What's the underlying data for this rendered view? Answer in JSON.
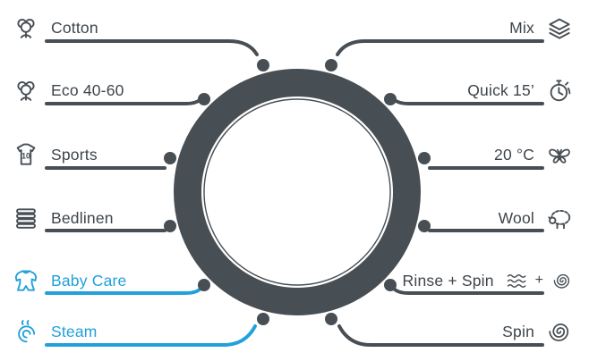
{
  "colors": {
    "dial": "#474e54",
    "line": "#474e54",
    "text": "#3e454b",
    "accent_blue": "#21a0da",
    "background": "#ffffff"
  },
  "dial": {
    "positions_count": 12
  },
  "left_programs": [
    {
      "label": "Cotton",
      "icon": "cotton-flower-icon",
      "highlighted": false
    },
    {
      "label": "Eco 40-60",
      "icon": "cotton-flower-icon",
      "highlighted": false
    },
    {
      "label": "Sports",
      "icon": "sports-jersey-icon",
      "badge": "10",
      "highlighted": false
    },
    {
      "label": "Bedlinen",
      "icon": "bedlinen-stack-icon",
      "highlighted": false
    },
    {
      "label": "Baby Care",
      "icon": "baby-onesie-icon",
      "highlighted": true
    },
    {
      "label": "Steam",
      "icon": "steam-swirl-icon",
      "highlighted": true
    }
  ],
  "right_programs": [
    {
      "label": "Mix",
      "icon": "mix-layers-icon",
      "highlighted": false
    },
    {
      "label": "Quick 15’",
      "icon": "stopwatch-icon",
      "highlighted": false
    },
    {
      "label": "20 °C",
      "icon": "butterfly-icon",
      "highlighted": false
    },
    {
      "label": "Wool",
      "icon": "sheep-icon",
      "highlighted": false
    },
    {
      "label": "Rinse + Spin",
      "plus": "+",
      "icons": [
        "rinse-waves-icon",
        "spin-spiral-icon"
      ],
      "highlighted": false
    },
    {
      "label": "Spin",
      "icon": "spin-spiral-icon",
      "highlighted": false
    }
  ]
}
